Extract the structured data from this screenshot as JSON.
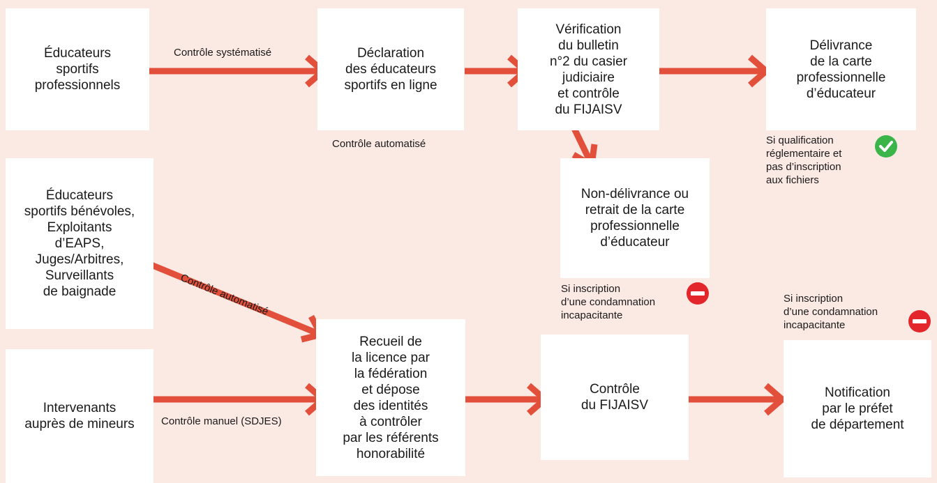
{
  "colors": {
    "background": "#fbe9e3",
    "box": "#ffffff",
    "arrow": "#e2503b",
    "check": "#3bb54a",
    "stop": "#e3262b"
  },
  "boxes": {
    "educateurs_pro": "Éducateurs\nsportifs\nprofessionnels",
    "declaration": "Déclaration\ndes éducateurs\nsportifs en ligne",
    "verification": "Vérification\ndu bulletin\nn°2 du casier\njudiciaire\net contrôle\ndu FIJAISV",
    "delivrance": "Délivrance\nde la carte\nprofessionnelle\nd’éducateur",
    "non_delivrance": "Non-délivrance ou\nretrait de la carte\nprofessionnelle\nd’éducateur",
    "educateurs_benevoles": "Éducateurs\nsportifs bénévoles,\nExploitants\nd’EAPS,\nJuges/Arbitres,\nSurveillants\nde baignade",
    "recueil": "Recueil de\nla licence par\nla fédération\net dépose\ndes identités\nà contrôler\npar les référents\nhonorabilité",
    "intervenants": "Intervenants\nauprès de mineurs",
    "controle_fijaisv": "Contrôle\ndu FIJAISV",
    "notification": "Notification\npar le préfet\nde département"
  },
  "labels": {
    "controle_systematise": "Contrôle systématisé",
    "controle_automatise_1": "Contrôle automatisé",
    "controle_automatise_2": "Contrôle automatisé",
    "controle_manuel": "Contrôle manuel (SDJES)",
    "si_qualification": "Si qualification\nréglementaire et\npas d’inscription\naux fichiers",
    "si_inscription_1": "Si inscription\nd’une condamnation\nincapacitante",
    "si_inscription_2": "Si inscription\nd’une condamnation\nincapacitante"
  },
  "icons": {
    "approved": "check-circle-icon",
    "refused_1": "no-entry-icon",
    "refused_2": "no-entry-icon"
  }
}
